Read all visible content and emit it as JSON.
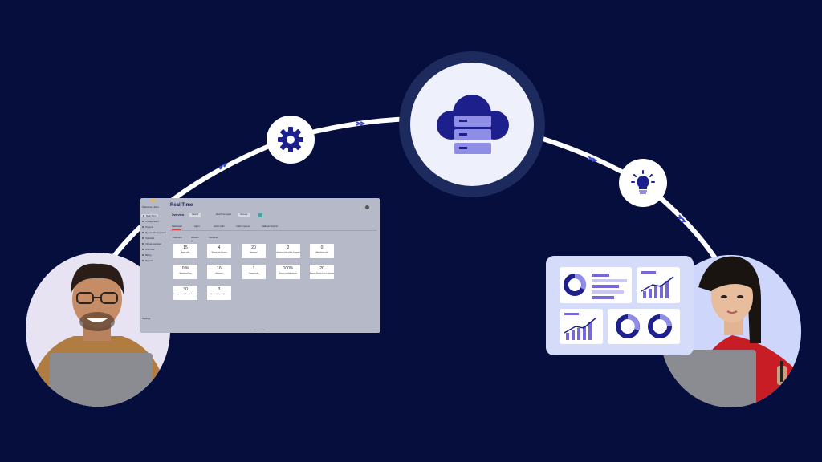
{
  "dashboard": {
    "brand": "Welcome, John",
    "title": "Real Time",
    "nav": [
      "Real Time",
      "Configuration",
      "Projects",
      "Queue Management",
      "Statistics",
      "Virtual Assistant",
      "IVR Flow",
      "Billing",
      "Reports"
    ],
    "settings": "Settings",
    "tab_overview": "Overview",
    "search_label": "Search",
    "report_type_label": "Real Time report",
    "report_type_value": "Inbound",
    "tabs_primary": [
      "Dashboard",
      "Agent",
      "Active Calls",
      "Calls in Queue",
      "Callback Reports"
    ],
    "tabs_secondary": [
      "Outbound",
      "Inbound",
      "Combined"
    ],
    "metrics": [
      {
        "value": "15",
        "label": "Active calls"
      },
      {
        "value": "4",
        "label": "Waiting Call in Queue"
      },
      {
        "value": "20",
        "label": "Answered"
      },
      {
        "value": "2",
        "label": "Answered Calls within Threshold"
      },
      {
        "value": "0",
        "label": "Abandoned calls"
      },
      {
        "value": "0 %",
        "label": "Abandoned Rate"
      },
      {
        "value": "16",
        "label": "Answered"
      },
      {
        "value": "1",
        "label": "Dropped calls"
      },
      {
        "value": "100%",
        "label": "Service Level Agreement"
      },
      {
        "value": "20",
        "label": "Average Waiting Time in Seconds"
      },
      {
        "value": "30",
        "label": "Average Handle Time in Seconds"
      },
      {
        "value": "3",
        "label": "Queue for Virtual Queue"
      }
    ],
    "footer": "Powered by Dial"
  },
  "colors": {
    "background": "#050e3d",
    "arc": "#ffffff",
    "hub_icon": "#1c1f8c",
    "icon_accent": "#8f8de6",
    "chart_purple": "#7668d8"
  },
  "icons": [
    "gear-icon",
    "cloud-server-icon",
    "lightbulb-icon",
    "chevron-double-right-icon"
  ]
}
